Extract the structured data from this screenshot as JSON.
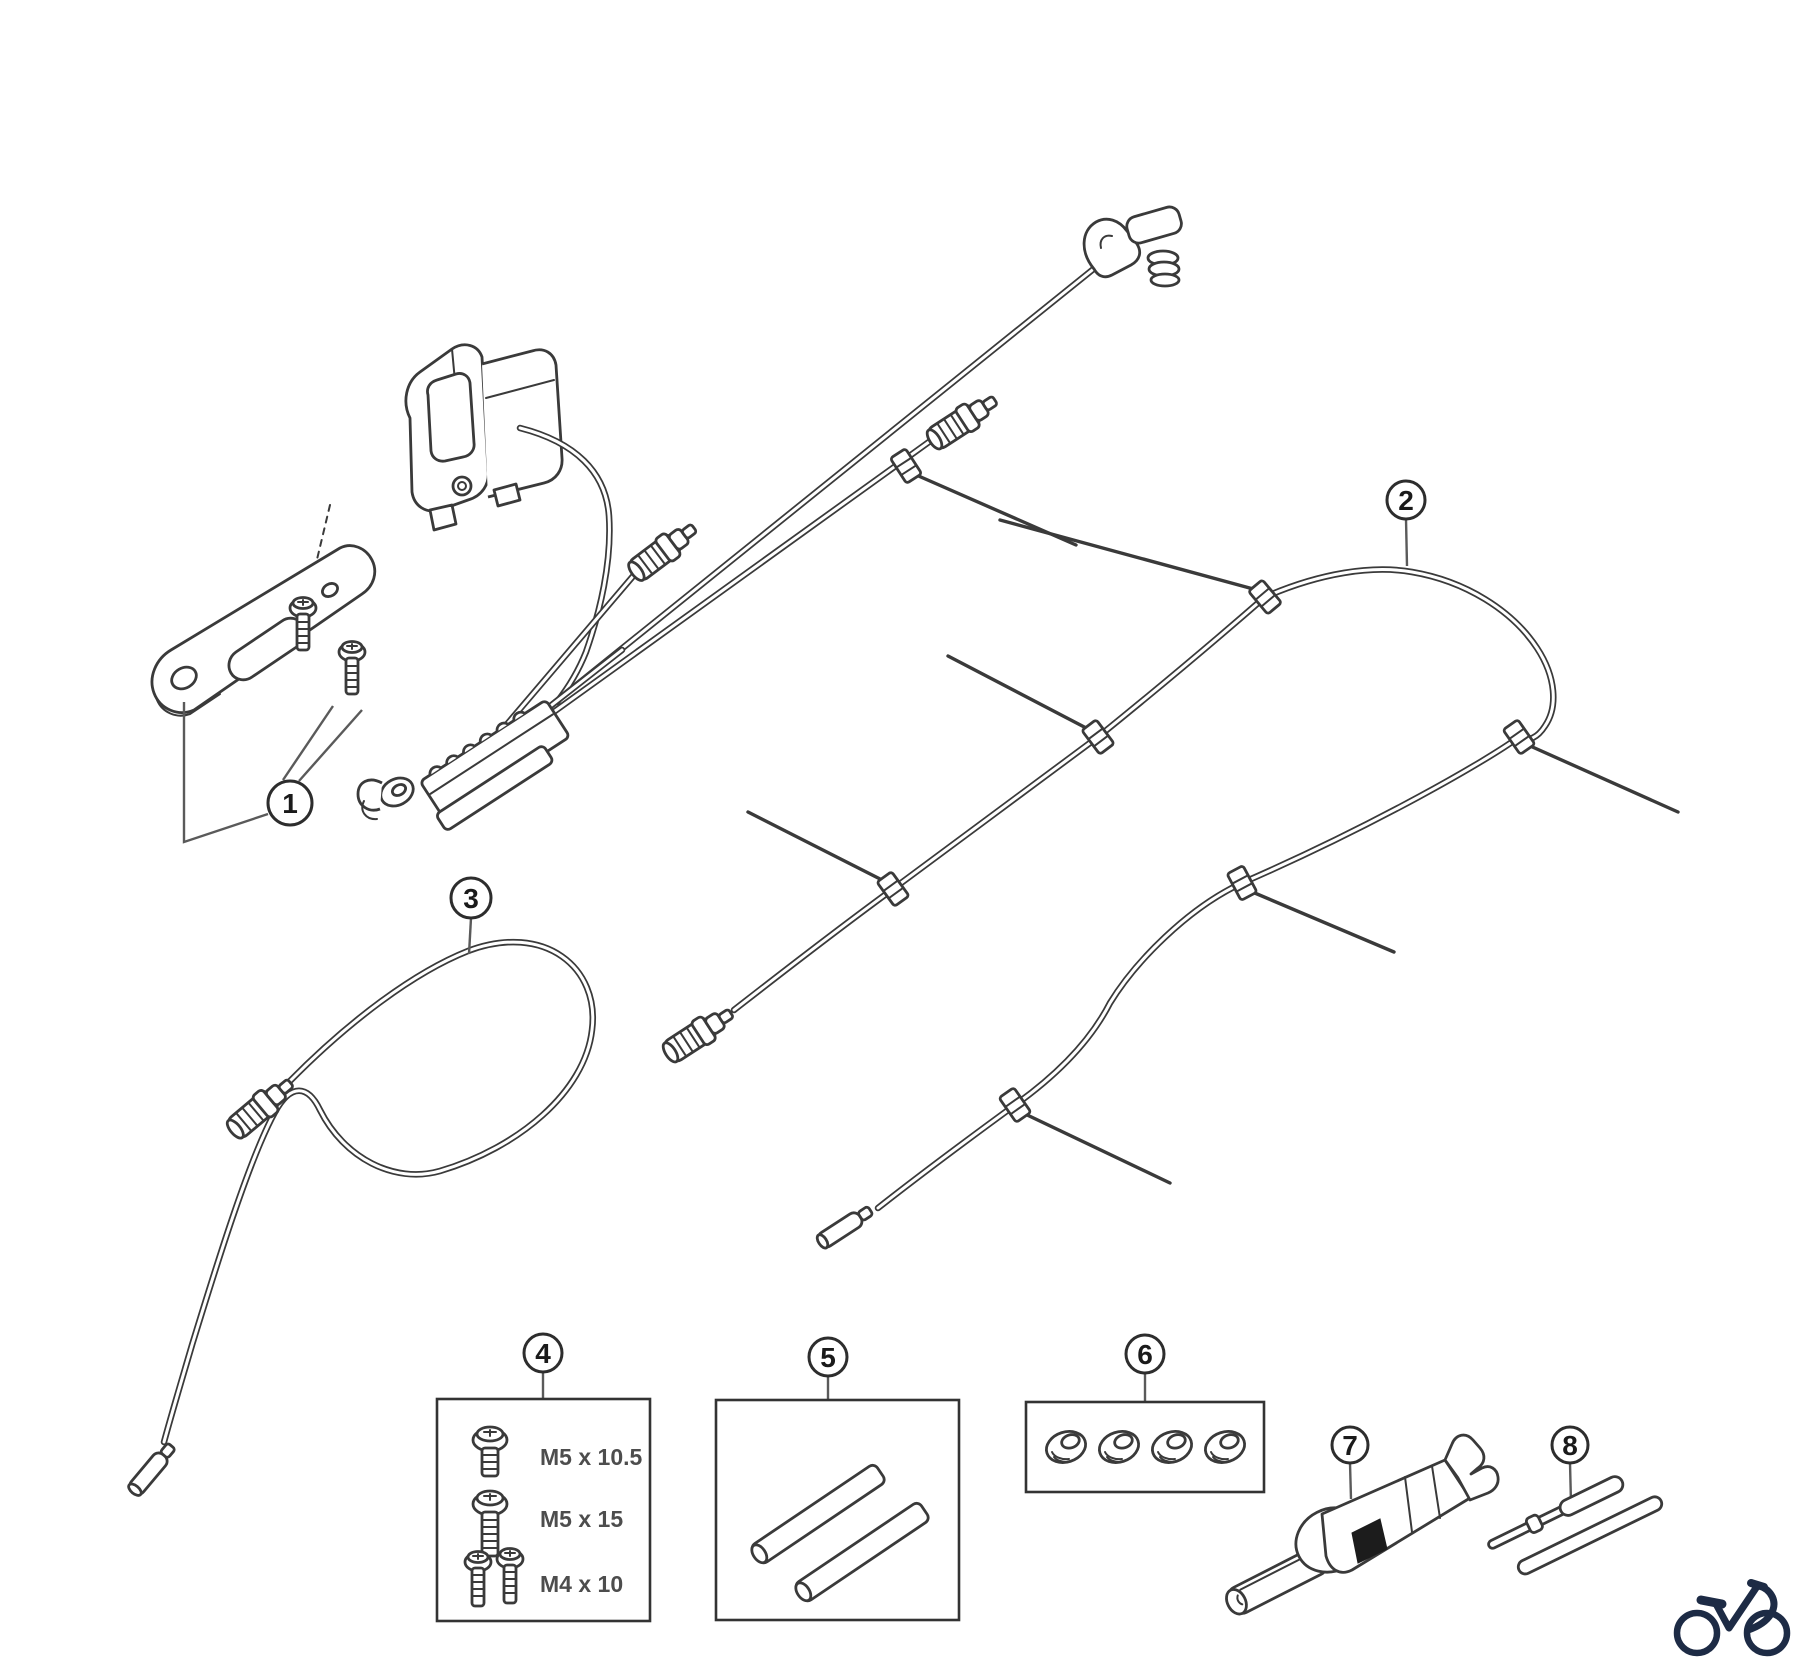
{
  "diagram_title": "electric-wire-kit-exploded-parts-diagram",
  "line_color": "#3a3a3a",
  "logo_color": "#1d2b45",
  "callout_labels": [
    "1",
    "2",
    "3",
    "4",
    "5",
    "6",
    "7",
    "8"
  ],
  "screw_labels": [
    "M5 x 10.5",
    "M5 x 15",
    "M4 x 10"
  ],
  "parts": [
    {
      "id": "1",
      "icon": "junction-unit-with-bracket-and-screws-icon"
    },
    {
      "id": "2",
      "icon": "electric-wire-harness-with-cable-ties-icon"
    },
    {
      "id": "3",
      "icon": "looped-electric-wire-icon"
    },
    {
      "id": "4",
      "icon": "fixing-screws-set-icon"
    },
    {
      "id": "5",
      "icon": "protective-tubes-icon"
    },
    {
      "id": "6",
      "icon": "grommets-icon"
    },
    {
      "id": "7",
      "icon": "plug-tool-icon"
    },
    {
      "id": "8",
      "icon": "wire-guide-rods-icon"
    }
  ],
  "footer_logo": "bicycle-logo"
}
